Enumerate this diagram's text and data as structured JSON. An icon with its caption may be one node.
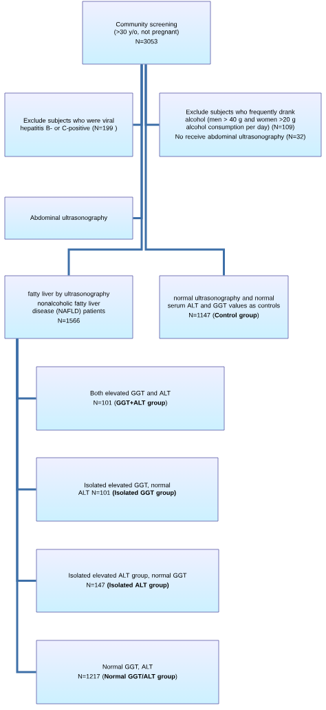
{
  "diagram": {
    "nodes": [
      {
        "text": [
          "Community screening (>30 y/o, not pregnant)",
          "N=3053"
        ]
      },
      {
        "text": [
          "Exclude subjects who were viral hepatitis B- or C-positive (N=199 )"
        ]
      },
      {
        "text": [
          "Exclude subjects who frequently drank alcohol (men > 40 g and women >20 g alcohol consumption per day) (N=109)",
          "No receive abdominal ultrasonography (N=32)"
        ]
      },
      {
        "text": [
          "Abdominal ultrasonography"
        ]
      },
      {
        "text": [
          "fatty liver by ultrasonography",
          "nonalcoholic fatty liver disease (NAFLD) patients",
          "N=1566"
        ]
      },
      {
        "text": [
          "normal ultrasonography and normal serum ALT and GGT values as controls",
          "N=1147 (**Control group**)"
        ]
      },
      {
        "text": [
          "Both elevated GGT and ALT",
          "N=101 (**GGT+ALT group**)"
        ]
      },
      {
        "text": [
          "Isolated elevated GGT, normal ALT N=101 **(Isolated GGT group)**"
        ]
      },
      {
        "text": [
          "Isolated elevated ALT group, normal GGT",
          "N=147 **(Isolated ALT group)**"
        ]
      },
      {
        "text": [
          "Normal GGT, ALT",
          "N=1217 (**Normal GGT/ALT group**)"
        ]
      }
    ],
    "edges": [
      {
        "from": 0,
        "to": 1,
        "arrow": "none"
      },
      {
        "from": 0,
        "to": 2,
        "arrow": "none"
      },
      {
        "from": 0,
        "to": 3,
        "arrow": "none"
      },
      {
        "from": 0,
        "to": 4,
        "arrow": "none"
      },
      {
        "from": 0,
        "to": 5,
        "arrow": "none"
      },
      {
        "from": 4,
        "to": 6,
        "arrow": "none"
      },
      {
        "from": 4,
        "to": 7,
        "arrow": "none"
      },
      {
        "from": 4,
        "to": 8,
        "arrow": "none"
      },
      {
        "from": 4,
        "to": 9,
        "arrow": "none"
      }
    ]
  }
}
